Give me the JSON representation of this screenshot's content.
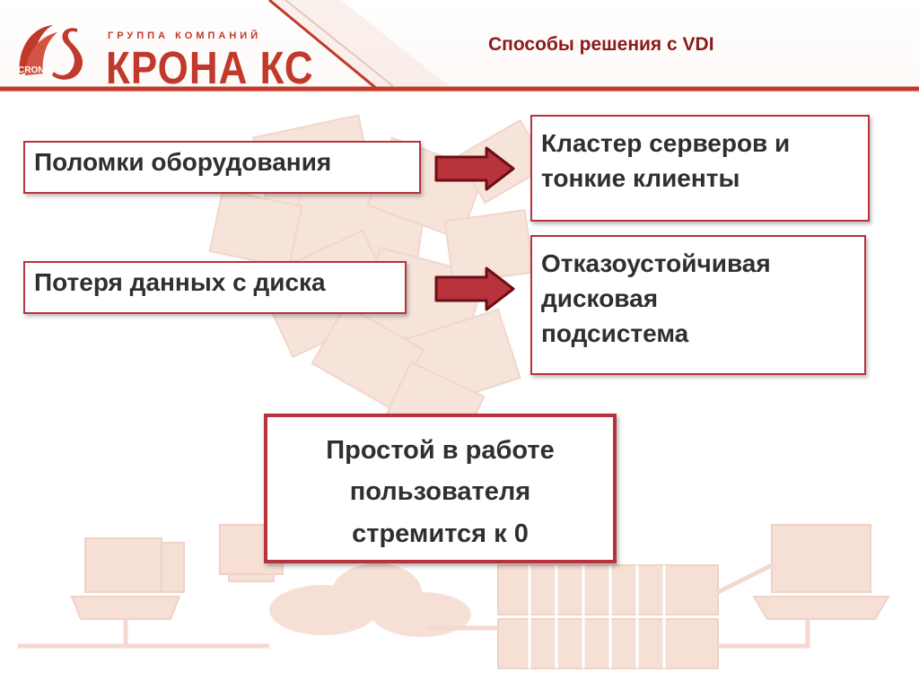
{
  "header": {
    "logo_top": "группа компаний",
    "logo_main": "КРОНА КС",
    "logo_badge": "CRONA",
    "title": "Способы решения с VDI"
  },
  "problems": [
    {
      "label": "Поломки оборудования"
    },
    {
      "label": "Потеря данных с диска"
    }
  ],
  "solutions": [
    {
      "line1": "Кластер серверов и",
      "line2": "тонкие клиенты"
    },
    {
      "line1": "Отказоустойчивая",
      "line2": "дисковая",
      "line3": "подсистема"
    }
  ],
  "result": {
    "line1": "Простой в работе",
    "line2": "пользователя",
    "line3": "стремится к 0"
  },
  "colors": {
    "brand_red": "#c0392b",
    "title_red": "#8b1a1a",
    "border_red": "#b8333b",
    "watermark": "#f3d9cf"
  },
  "icons": [
    "logo-swirl-icon",
    "arrow-right-icon",
    "computer-icon",
    "cloud-icon",
    "server-rack-icon"
  ]
}
